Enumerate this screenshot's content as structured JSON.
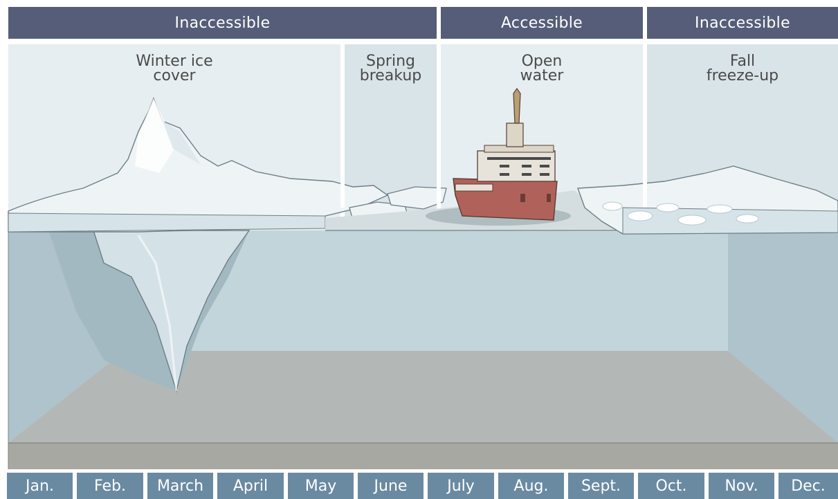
{
  "access_bands": [
    {
      "label": "Inaccessible"
    },
    {
      "label": "Accessible"
    },
    {
      "label": "Inaccessible"
    }
  ],
  "seasons": [
    {
      "label": "Winter ice\ncover"
    },
    {
      "label": "Spring\nbreakup"
    },
    {
      "label": "Open\nwater"
    },
    {
      "label": "Fall\nfreeze-up"
    }
  ],
  "months": [
    "Jan.",
    "Feb.",
    "March",
    "April",
    "May",
    "June",
    "July",
    "Aug.",
    "Sept.",
    "Oct.",
    "Nov.",
    "Dec."
  ],
  "colors": {
    "band": "#555d78",
    "month_bar": "#6a8aa1",
    "water": "#b9cdd4",
    "seabed": "#a8a8a2",
    "ship_hull": "#b0625a",
    "ice": "#e9f1f4"
  }
}
